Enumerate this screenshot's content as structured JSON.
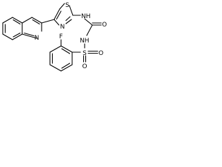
{
  "structure": {
    "atoms": [
      {
        "id": "n_quinoline",
        "label": "N"
      },
      {
        "id": "s_thiazole",
        "label": "S"
      },
      {
        "id": "n_thiazole",
        "label": "N"
      },
      {
        "id": "nh_top",
        "label": "NH"
      },
      {
        "id": "o_carbonyl",
        "label": "O"
      },
      {
        "id": "nh_bottom",
        "label": "NH"
      },
      {
        "id": "s_sulfonyl",
        "label": "S"
      },
      {
        "id": "o_sulfonyl_right",
        "label": "O"
      },
      {
        "id": "o_sulfonyl_bottom",
        "label": "O"
      },
      {
        "id": "f_fluoro",
        "label": "F"
      }
    ]
  }
}
